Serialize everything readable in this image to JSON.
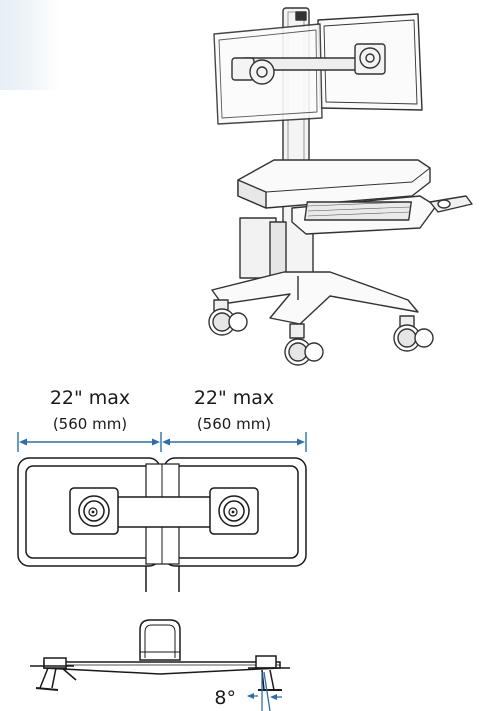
{
  "dimensions": {
    "left_label": "22\" max",
    "left_metric": "(560 mm)",
    "right_label": "22\" max",
    "right_metric": "(560 mm)"
  },
  "tilt": {
    "angle_label": "8°"
  },
  "colors": {
    "dimension_line": "#2e6ea6",
    "outline": "#1a1a1a",
    "cart_stroke": "#333333"
  },
  "icons": [
    "cart-illustration",
    "monitor-outline-left",
    "monitor-outline-right",
    "vesa-mount-icon",
    "pole-icon",
    "dual-arm-top-view"
  ]
}
